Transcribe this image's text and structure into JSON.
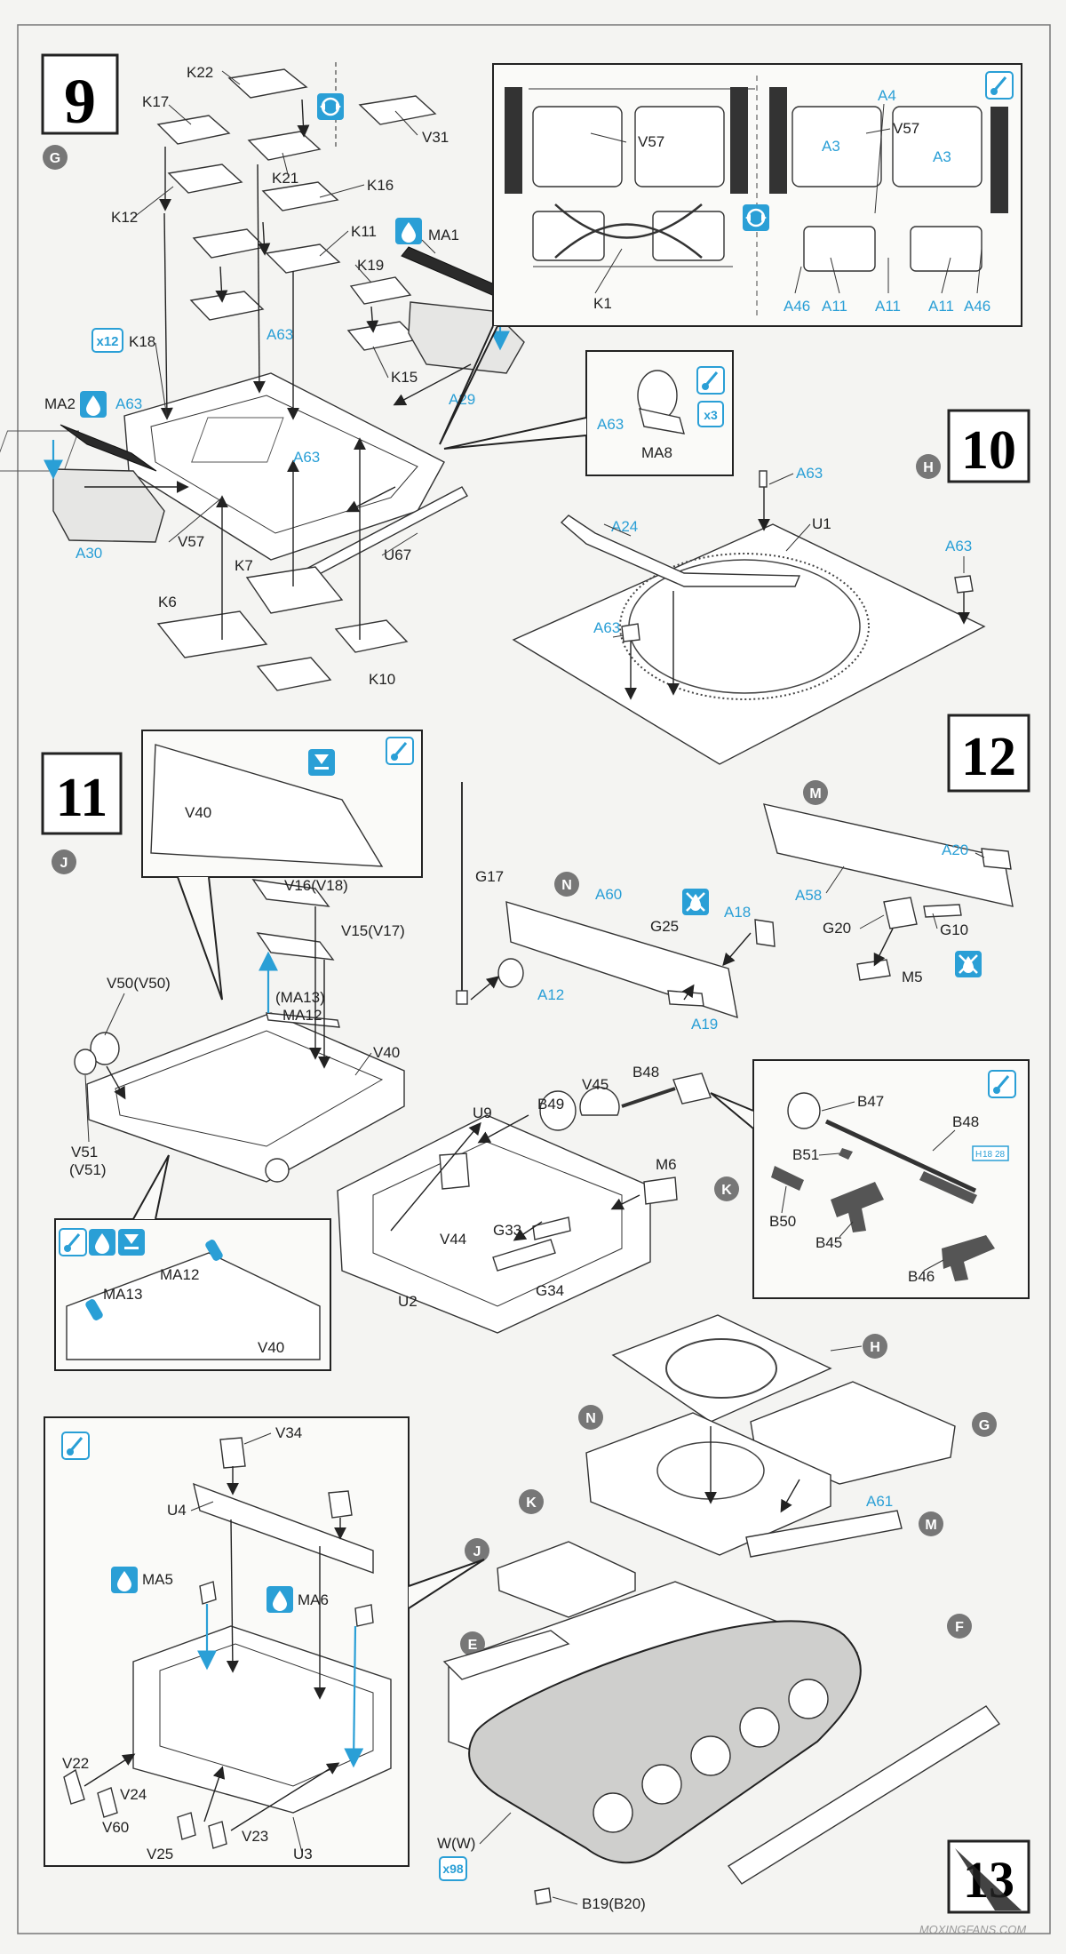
{
  "steps": [
    {
      "number": "9",
      "sub": "G"
    },
    {
      "number": "10",
      "sub": "H"
    },
    {
      "number": "11",
      "sub": "J"
    },
    {
      "number": "12",
      "sub": "M"
    },
    {
      "number": "13",
      "sub": ""
    }
  ],
  "sub_badges": [
    "N",
    "K",
    "H",
    "G",
    "N",
    "M",
    "K",
    "J",
    "E",
    "F"
  ],
  "quantity_badges": {
    "x12": "x12",
    "x3": "x3",
    "x98": "x98"
  },
  "ref_tag": {
    "prefix": "H",
    "n1": "18",
    "n2": "28"
  },
  "watermark": "MOXINGFANS.COM",
  "colors": {
    "accent": "#2a9fd6",
    "ink": "#222222",
    "paper": "#f4f4f2"
  },
  "icons": [
    "paint-brush-icon",
    "glue-drop-icon",
    "flip-view-icon",
    "apply-to-icon",
    "do-not-glue-icon"
  ],
  "labels": {
    "s9": [
      "K22",
      "K17",
      "V31",
      "K21",
      "K16",
      "K12",
      "K11",
      "MA1",
      "K19",
      "A63",
      "K18",
      "K15",
      "MA2",
      "A63",
      "A29",
      "A63",
      "A30",
      "V57",
      "U67",
      "K7",
      "K6",
      "K10"
    ],
    "s9_inset": [
      "V57",
      "K1",
      "A4",
      "V57",
      "A3",
      "A3",
      "A46",
      "A11",
      "A11",
      "A11",
      "A46"
    ],
    "s9_small": [
      "A63",
      "MA8"
    ],
    "s10": [
      "A63",
      "U1",
      "A24",
      "A63",
      "A63"
    ],
    "s12": [
      "A20",
      "A58",
      "G20",
      "G10",
      "M5",
      "G17",
      "A60",
      "A18",
      "G25",
      "A12",
      "A19"
    ],
    "s11": [
      "V40",
      "V16(V18)",
      "V15(V17)",
      "(MA13)",
      "MA12",
      "V50(V50)",
      "V40",
      "V51",
      "(V51)"
    ],
    "s11_inset": [
      "MA12",
      "MA13",
      "V40"
    ],
    "mid": [
      "V45",
      "B48",
      "B49",
      "U9",
      "M6",
      "G33",
      "V44",
      "G34",
      "U2"
    ],
    "mg_inset": [
      "B47",
      "B48",
      "B51",
      "B50",
      "B45",
      "B46"
    ],
    "s13_inset": [
      "V34",
      "U4",
      "MA5",
      "MA6",
      "V22",
      "V24",
      "V60",
      "V25",
      "V23",
      "U3"
    ],
    "s13": [
      "A61",
      "W(W)",
      "B19(B20)"
    ]
  }
}
